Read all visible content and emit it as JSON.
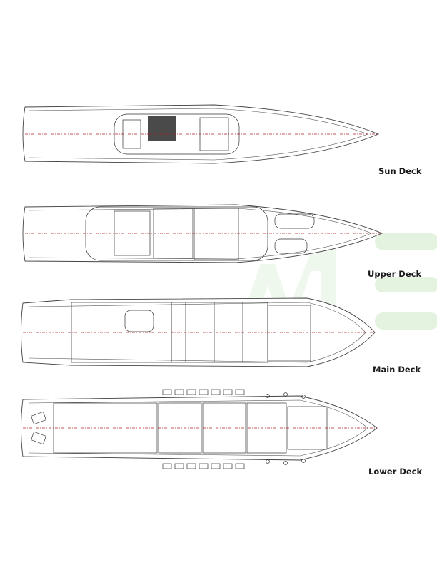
{
  "decks": [
    {
      "id": "sun",
      "label": "Sun Deck"
    },
    {
      "id": "upper",
      "label": "Upper Deck"
    },
    {
      "id": "main",
      "label": "Main Deck"
    },
    {
      "id": "lower",
      "label": "Lower Deck"
    }
  ],
  "colors": {
    "centerline": "#b02020",
    "watermark": "#e3f3df",
    "linework": "#444444"
  }
}
